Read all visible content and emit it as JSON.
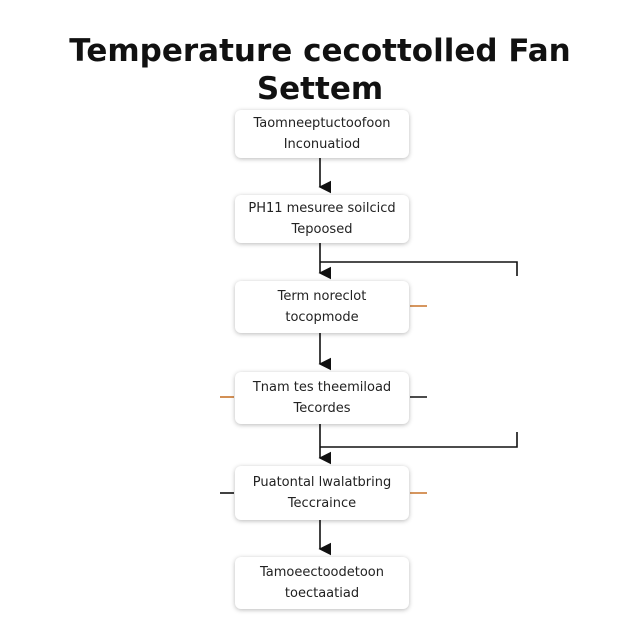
{
  "title": {
    "line1": "Temperature cecottolled Fan",
    "line2": "Settem"
  },
  "nodes": [
    {
      "line1": "Taomneeptuctoofoon",
      "line2": "Inconuatiod"
    },
    {
      "line1": "PH11 mesuree soilcicd",
      "line2": "Tepoosed"
    },
    {
      "line1": "Term noreclot",
      "line2": "tocopmode"
    },
    {
      "line1": "Tnam tes theemiload",
      "line2": "Tecordes"
    },
    {
      "line1": "Puatontal lwalatbring",
      "line2": "Teccraince"
    },
    {
      "line1": "Tamoeectoodetoon",
      "line2": "toectaatiad"
    }
  ],
  "colors": {
    "line": "#111111",
    "accent": "#c8742a"
  }
}
